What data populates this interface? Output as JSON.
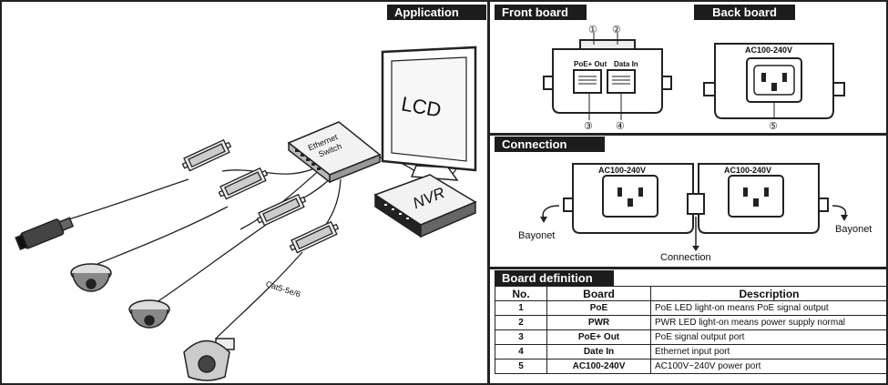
{
  "application": {
    "title": "Application",
    "lcd_label": "LCD",
    "switch_label_line1": "Ethernet",
    "switch_label_line2": "Switch",
    "nvr_label": "NVR",
    "cable_label": "Cat5-5e/6"
  },
  "front_board": {
    "title": "Front board",
    "port_label_poe": "PoE+ Out",
    "port_label_data": "Data In",
    "markers": [
      "①",
      "②",
      "③",
      "④"
    ]
  },
  "back_board": {
    "title": "Back board",
    "voltage_label": "AC100-240V",
    "marker": "⑤"
  },
  "connection": {
    "title": "Connection",
    "voltage_left": "AC100-240V",
    "voltage_right": "AC100-240V",
    "bayonet_left": "Bayonet",
    "bayonet_right": "Bayonet",
    "connection_label": "Connection"
  },
  "board_definition": {
    "title": "Board definition",
    "headers": {
      "no": "No.",
      "board": "Board",
      "description": "Description"
    },
    "rows": [
      {
        "no": "1",
        "board": "PoE",
        "description": "PoE LED light-on means PoE signal output"
      },
      {
        "no": "2",
        "board": "PWR",
        "description": "PWR LED light-on means power supply normal"
      },
      {
        "no": "3",
        "board": "PoE+ Out",
        "description": "PoE signal output port"
      },
      {
        "no": "4",
        "board": "Date In",
        "description": "Ethernet input port"
      },
      {
        "no": "5",
        "board": "AC100-240V",
        "description": "AC100V~240V power port"
      }
    ]
  }
}
